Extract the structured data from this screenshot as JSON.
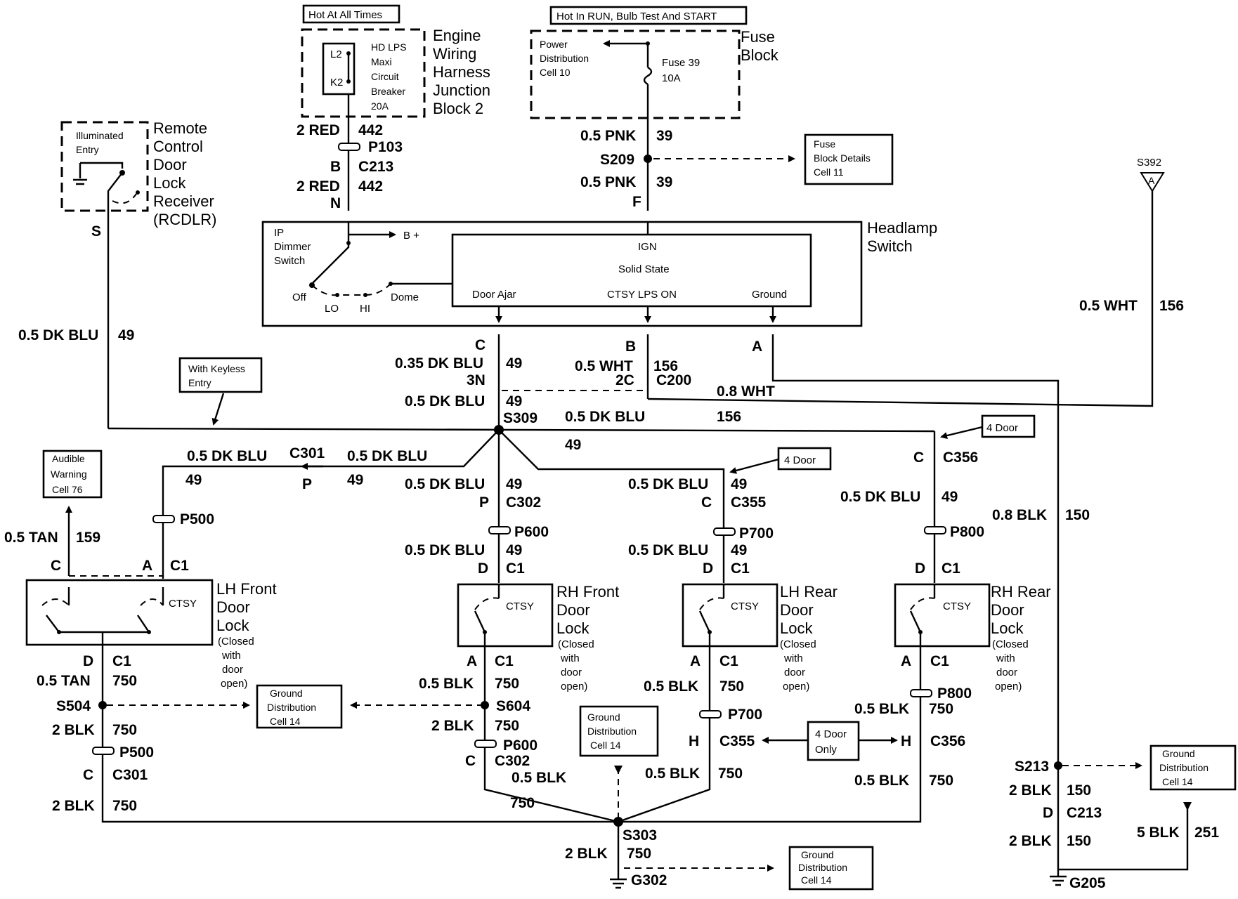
{
  "power": {
    "hot_at_all_times": "Hot At All Times",
    "hot_in_run": "Hot In RUN, Bulb Test And START",
    "ewh_breaker": [
      "L2",
      "K2",
      "HD LPS",
      "Maxi",
      "Circuit",
      "Breaker",
      "20A"
    ],
    "ewh_title": [
      "Engine",
      "Wiring",
      "Harness",
      "Junction",
      "Block 2"
    ],
    "fuse_block_title": [
      "Fuse",
      "Block"
    ],
    "power_dist": [
      "Power",
      "Distribution",
      "Cell 10"
    ],
    "fuse": [
      "Fuse 39",
      "10A"
    ],
    "fuse_details": [
      "Fuse",
      "Block Details",
      "Cell 11"
    ]
  },
  "rcdlr": {
    "inner": [
      "Illuminated",
      "Entry"
    ],
    "title": [
      "Remote",
      "Control",
      "Door",
      "Lock",
      "Receiver",
      "(RCDLR)"
    ],
    "pin": "S"
  },
  "headlamp": {
    "title": [
      "Headlamp",
      "Switch"
    ],
    "ip": [
      "IP",
      "Dimmer",
      "Switch"
    ],
    "bplus": "B +",
    "positions": [
      "Off",
      "LO",
      "HI",
      "Dome"
    ],
    "ign": "IGN",
    "solid": "Solid State",
    "outputs": [
      "Door Ajar",
      "CTSY LPS ON",
      "Ground"
    ]
  },
  "s392": "S392",
  "s392_pin": "A",
  "wires": {
    "red442_top": [
      "2 RED",
      "442"
    ],
    "p103": "P103",
    "b_c213": [
      "B",
      "C213"
    ],
    "red442_bot": [
      "2 RED",
      "442"
    ],
    "n": "N",
    "pnk39_top": [
      "0.5 PNK",
      "39"
    ],
    "s209": "S209",
    "pnk39_bot": [
      "0.5 PNK",
      "39"
    ],
    "f": "F",
    "dkblu49_left": [
      "0.5 DK BLU",
      "49"
    ],
    "with_keyless": [
      "With Keyless",
      "Entry"
    ],
    "c_pin": "C",
    "dkblu035": [
      "0.35 DK BLU",
      "49"
    ],
    "n3": "3N",
    "dkblu05": [
      "0.5 DK BLU",
      "49"
    ],
    "s309": "S309",
    "b_pin": "B",
    "wht156": [
      "0.5 WHT",
      "156"
    ],
    "c2": "2C",
    "c200": "C200",
    "a_pin": "A",
    "wht08": "0.8 WHT",
    "dkblu_mid": "0.5 DK BLU",
    "w156": "156",
    "w49": "49",
    "wht_right": [
      "0.5 WHT",
      "156"
    ]
  },
  "branches": {
    "c301_top": "C301",
    "dkblu_c301": [
      "0.5 DK BLU",
      "49"
    ],
    "p": "P",
    "dkblu_lh": [
      "0.5 DK BLU",
      "49"
    ],
    "audible": [
      "Audible",
      "Warning",
      "Cell 76"
    ],
    "tan159": [
      "0.5 TAN",
      "159"
    ],
    "p500_top": "P500",
    "c_a_c1": [
      "C",
      "A",
      "C1"
    ],
    "rhf_wire1": [
      "0.5 DK BLU",
      "49"
    ],
    "rhf_conn": [
      "P",
      "C302"
    ],
    "p600_top": "P600",
    "rhf_wire2": [
      "0.5 DK BLU",
      "49"
    ],
    "rhf_c1": [
      "D",
      "C1"
    ],
    "lhr_wire1": [
      "0.5 DK BLU",
      "49"
    ],
    "lhr_conn": [
      "C",
      "C355"
    ],
    "p700_top": "P700",
    "lhr_wire2": [
      "0.5 DK BLU",
      "49"
    ],
    "lhr_c1": [
      "D",
      "C1"
    ],
    "four_door": "4 Door",
    "rhr_conn": [
      "C",
      "C356"
    ],
    "rhr_wire1": [
      "0.5 DK BLU",
      "49"
    ],
    "p800_top": "P800",
    "rhr_c1": [
      "D",
      "C1"
    ],
    "blk150_right": [
      "0.8 BLK",
      "150"
    ]
  },
  "locks": {
    "lhf_title": [
      "LH Front",
      "Door",
      "Lock",
      "(Closed",
      "with",
      "door",
      "open)"
    ],
    "rhf_title": [
      "RH Front",
      "Door",
      "Lock",
      "(Closed",
      "with",
      "door",
      "open)"
    ],
    "lhr_title": [
      "LH Rear",
      "Door",
      "Lock",
      "(Closed",
      "with",
      "door",
      "open)"
    ],
    "rhr_title": [
      "RH Rear",
      "Door",
      "Lock",
      "(Closed",
      "with",
      "door",
      "open)"
    ],
    "ctsy": "CTSY"
  },
  "grounds": {
    "lhf": {
      "c1": [
        "D",
        "C1"
      ],
      "w1": [
        "0.5 TAN",
        "750"
      ],
      "s": "S504",
      "w2": [
        "2 BLK",
        "750"
      ],
      "p": "P500",
      "c": [
        "C",
        "C301"
      ],
      "w3": [
        "2 BLK",
        "750"
      ]
    },
    "rhf": {
      "c1": [
        "A",
        "C1"
      ],
      "w1": [
        "0.5 BLK",
        "750"
      ],
      "s": "S604",
      "w2": [
        "2 BLK",
        "750"
      ],
      "p": "P600",
      "c": [
        "C",
        "C302"
      ],
      "w3": [
        "0.5 BLK",
        "750"
      ]
    },
    "lhr": {
      "c1": [
        "A",
        "C1"
      ],
      "w1": [
        "0.5 BLK",
        "750"
      ],
      "p": "P700",
      "c": [
        "H",
        "C355"
      ],
      "w3": [
        "0.5 BLK",
        "750"
      ]
    },
    "rhr": {
      "c1": [
        "A",
        "C1"
      ],
      "w1": [
        "0.5 BLK",
        "750"
      ],
      "p": "P800",
      "c": [
        "H",
        "C356"
      ],
      "w3": [
        "0.5 BLK",
        "750"
      ]
    },
    "four_door_only": [
      "4 Door",
      "Only"
    ],
    "gd14": [
      "Ground",
      "Distribution",
      "Cell 14"
    ],
    "s303": "S303",
    "blk750_bot": [
      "2 BLK",
      "750"
    ],
    "g302": "G302",
    "s213": "S213",
    "blk150_a": [
      "2 BLK",
      "150"
    ],
    "d_c213": [
      "D",
      "C213"
    ],
    "blk150_b": [
      "2 BLK",
      "150"
    ],
    "g205": "G205",
    "blk251": [
      "5 BLK",
      "251"
    ]
  }
}
